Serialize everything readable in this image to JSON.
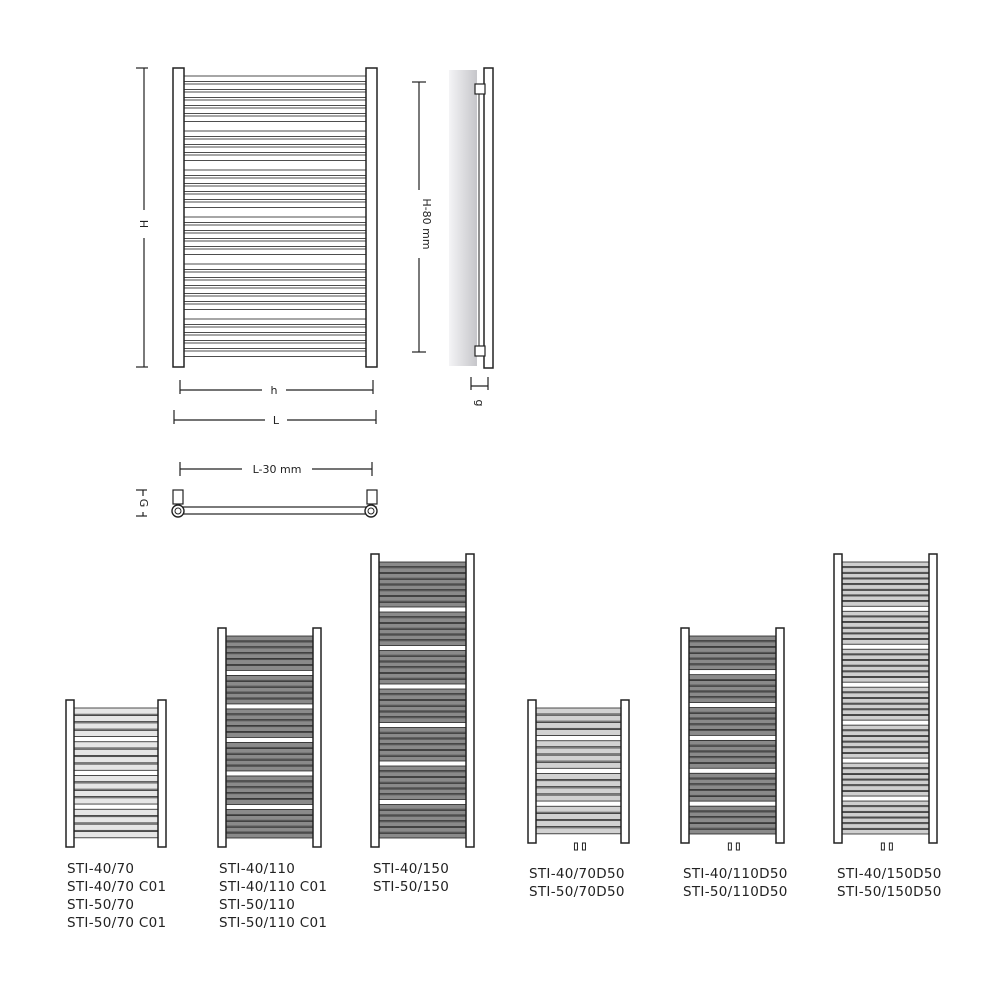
{
  "dimension_labels": {
    "height": "H",
    "inner_width": "h",
    "total_width": "L",
    "fixing_height": "H-80 mm",
    "depth": "g",
    "fixing_width": "L-30 mm",
    "wall_gap": "G"
  },
  "models": [
    {
      "codes": [
        "STI-40/70",
        "STI-40/70 C01",
        "STI-50/70",
        "STI-50/70 C01"
      ]
    },
    {
      "codes": [
        "STI-40/110",
        "STI-40/110 C01",
        "STI-50/110",
        "STI-50/110 C01"
      ]
    },
    {
      "codes": [
        "STI-40/150",
        "STI-50/150"
      ]
    },
    {
      "codes": [
        "STI-40/70D50",
        "STI-50/70D50"
      ]
    },
    {
      "codes": [
        "STI-40/110D50",
        "STI-50/110D50"
      ]
    },
    {
      "codes": [
        "STI-40/150D50",
        "STI-50/150D50"
      ]
    }
  ]
}
